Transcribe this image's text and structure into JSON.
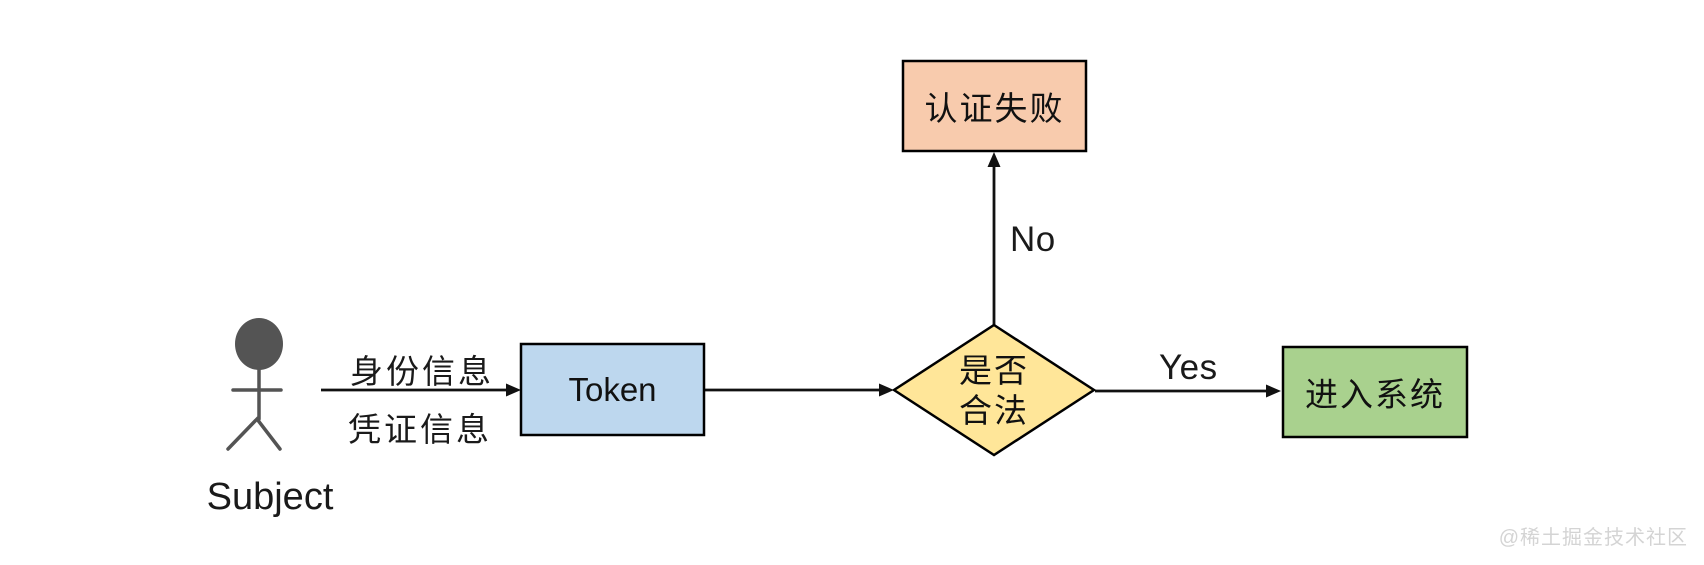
{
  "diagram": {
    "actor": {
      "label": "Subject"
    },
    "nodes": {
      "token": {
        "label": "Token",
        "fill": "#BDD7EE"
      },
      "decision": {
        "line1": "是否",
        "line2": "合法",
        "fill": "#FFE699"
      },
      "auth_fail": {
        "label": "认证失败",
        "fill": "#F8CBAD"
      },
      "enter_system": {
        "label": "进入系统",
        "fill": "#A9D18E"
      }
    },
    "edge_labels": {
      "identity": "身份信息",
      "credential": "凭证信息",
      "no": "No",
      "yes": "Yes"
    },
    "colors": {
      "border": "#000000",
      "arrow": "#111111",
      "actor": "#545454",
      "text": "#1a1a1a",
      "watermark": "#d4d4d4"
    },
    "watermark": "@稀土掘金技术社区"
  }
}
